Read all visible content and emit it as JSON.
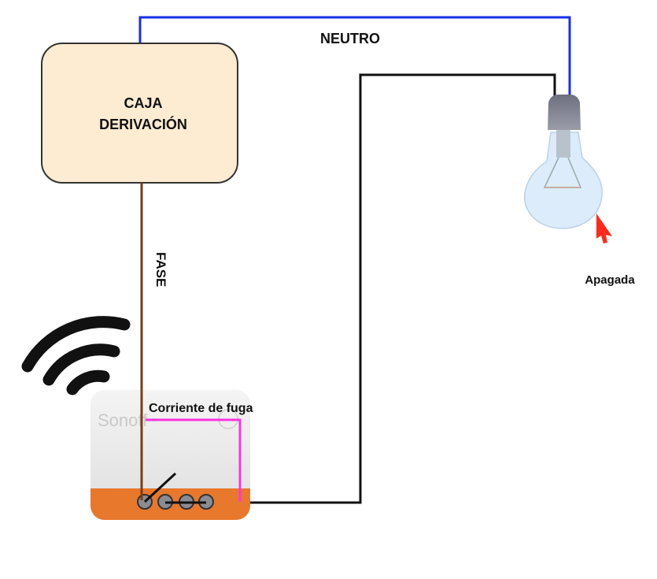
{
  "junction_box": {
    "line1": "CAJA",
    "line2": "DERIVACIÓN"
  },
  "labels": {
    "neutral": "NEUTRO",
    "phase": "FASE",
    "leakage": "Corriente de fuga",
    "bulb_state": "Apagada"
  },
  "device": {
    "logo": "Sonoff"
  },
  "colors": {
    "neutral_wire": "#1a2ee6",
    "phase_wire": "#7a3d12",
    "load_wire": "#111111",
    "leakage_path": "#ff33e0",
    "box_fill": "#fdebd2",
    "device_orange": "#e8782c",
    "cursor": "#ff2a1a"
  },
  "icons": [
    "wifi-icon",
    "light-bulb-icon",
    "mouse-cursor-icon"
  ]
}
